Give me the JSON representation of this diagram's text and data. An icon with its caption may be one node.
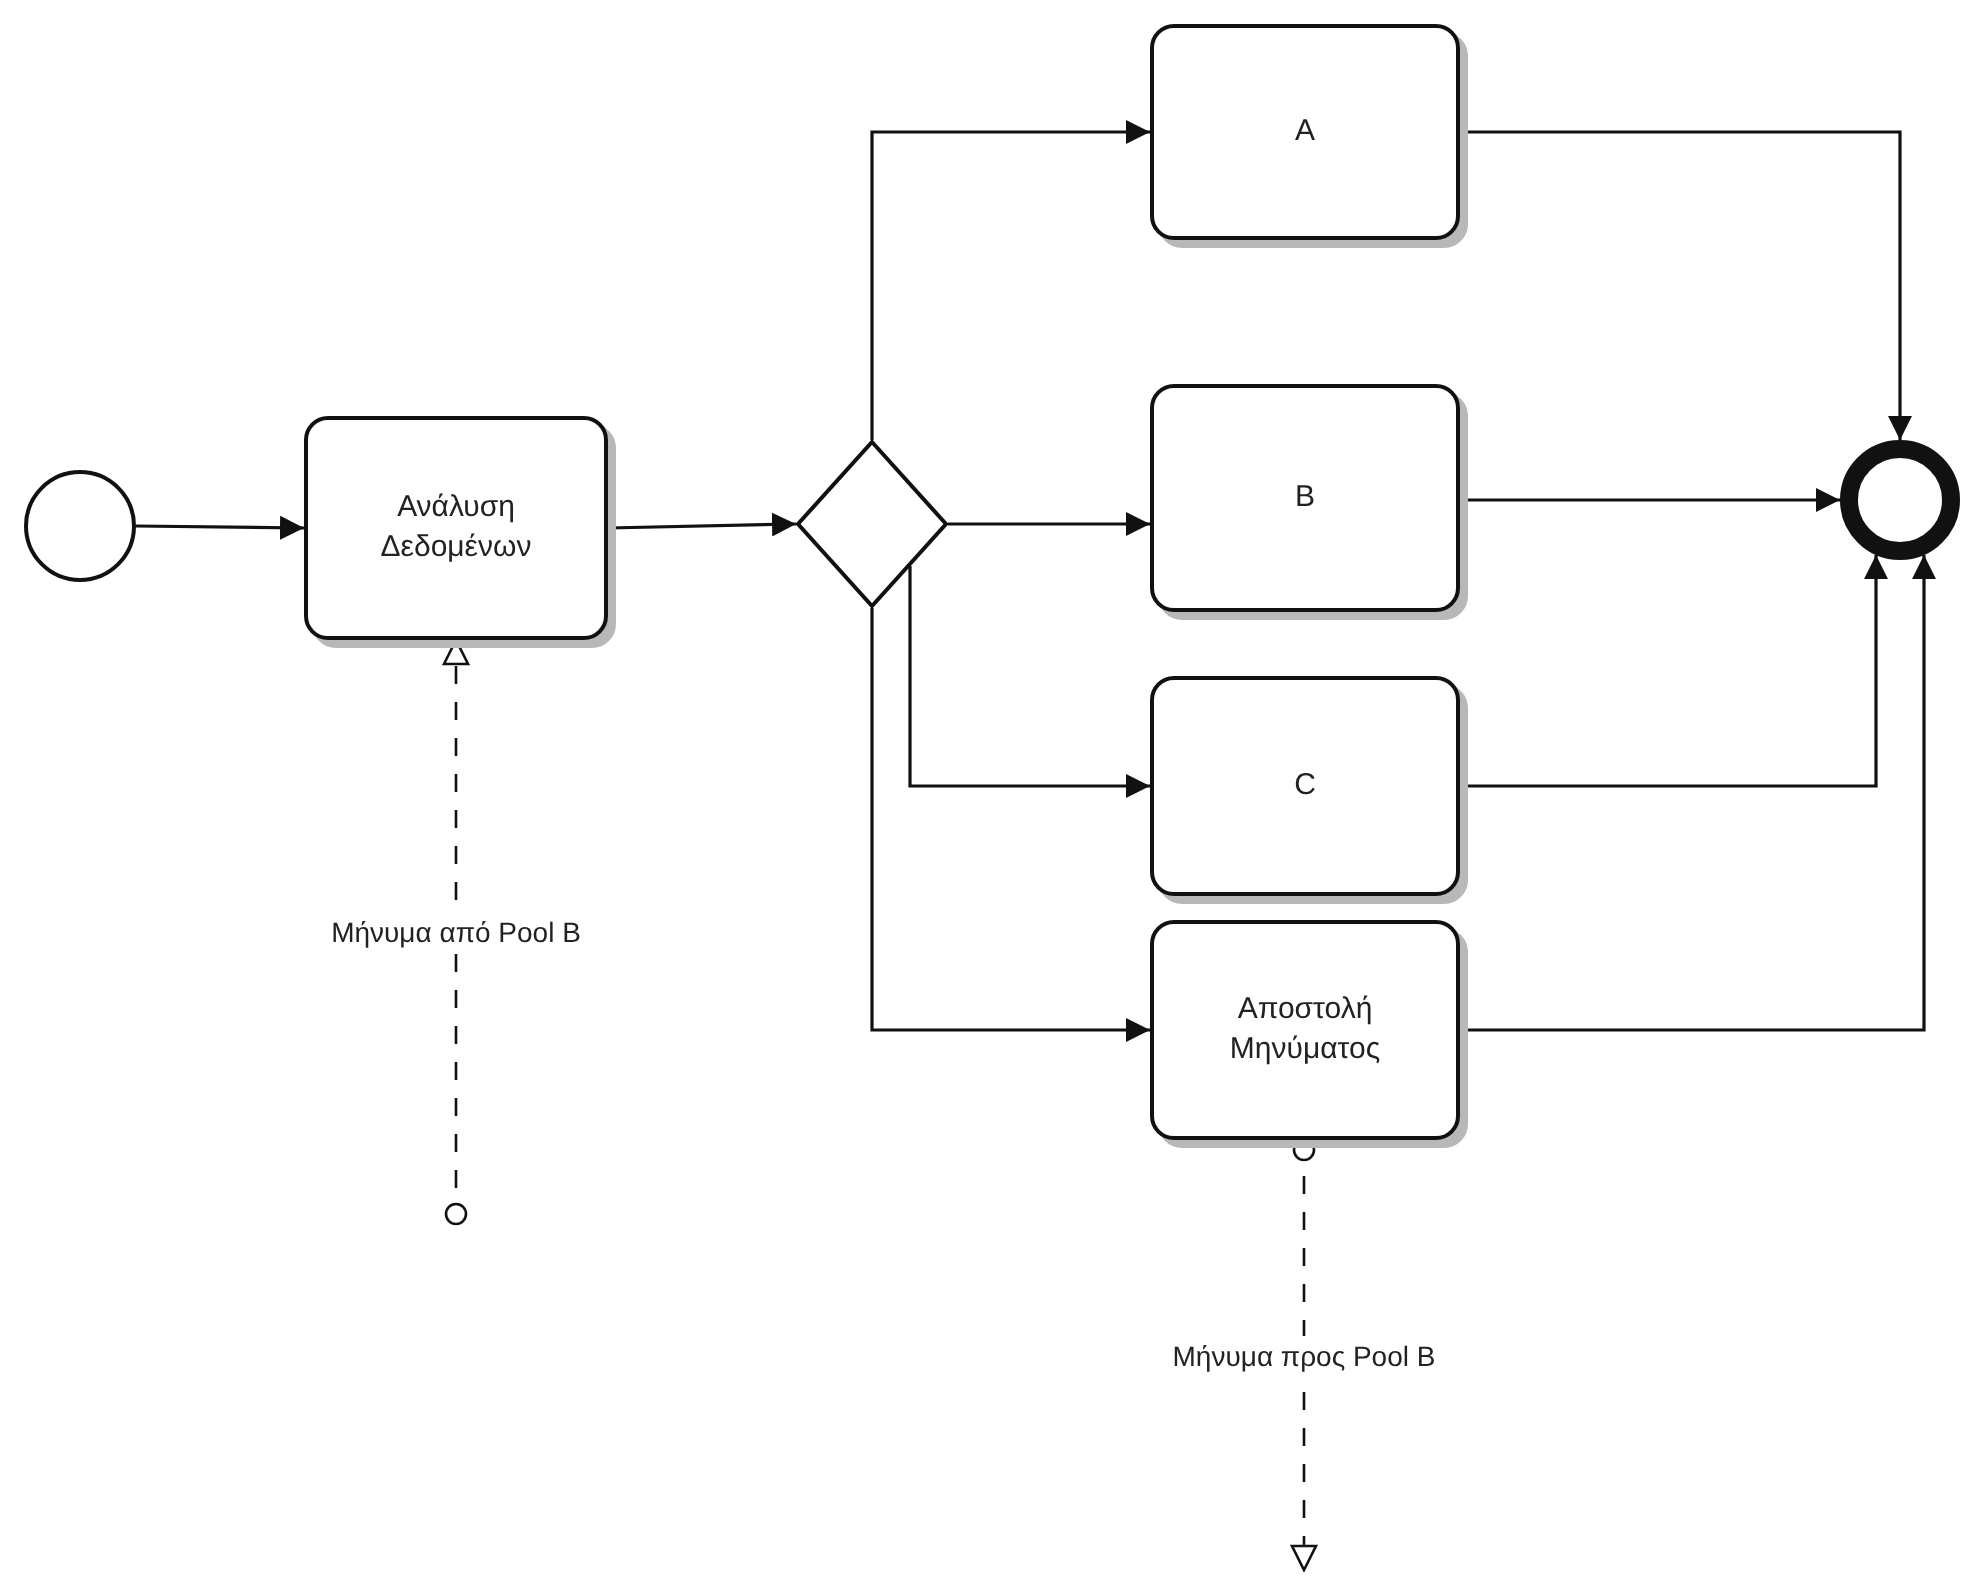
{
  "diagram": {
    "nodes": [
      {
        "text": [],
        "shape": "circle"
      },
      {
        "text": [
          "Ανάλυση Δεδομένων"
        ]
      },
      {
        "text": [],
        "shape": "diamond"
      },
      {
        "text": [
          "A"
        ]
      },
      {
        "text": [
          "B"
        ]
      },
      {
        "text": [
          "C"
        ]
      },
      {
        "text": [
          "Αποστολή Μηνύματος"
        ]
      },
      {
        "text": [],
        "shape": "circle"
      }
    ],
    "edges": [
      {
        "from": 0,
        "to": 1,
        "arrow": "to"
      },
      {
        "from": 1,
        "to": 2,
        "arrow": "to"
      },
      {
        "from": 2,
        "to": 3,
        "arrow": "to"
      },
      {
        "from": 2,
        "to": 4,
        "arrow": "to"
      },
      {
        "from": 2,
        "to": 5,
        "arrow": "to"
      },
      {
        "from": 2,
        "to": 6,
        "arrow": "to"
      },
      {
        "from": 3,
        "to": 7,
        "arrow": "to"
      },
      {
        "from": 4,
        "to": 7,
        "arrow": "to"
      },
      {
        "from": 5,
        "to": 7,
        "arrow": "to"
      },
      {
        "from": 6,
        "to": 7,
        "arrow": "to"
      },
      {
        "from": null,
        "to": 1,
        "arrow": "to",
        "style": "dashed",
        "label": "Μήνυμα από Pool B"
      },
      {
        "from": 6,
        "to": null,
        "arrow": "to",
        "style": "dashed",
        "label": "Μήνυμα προς Pool B"
      }
    ]
  }
}
